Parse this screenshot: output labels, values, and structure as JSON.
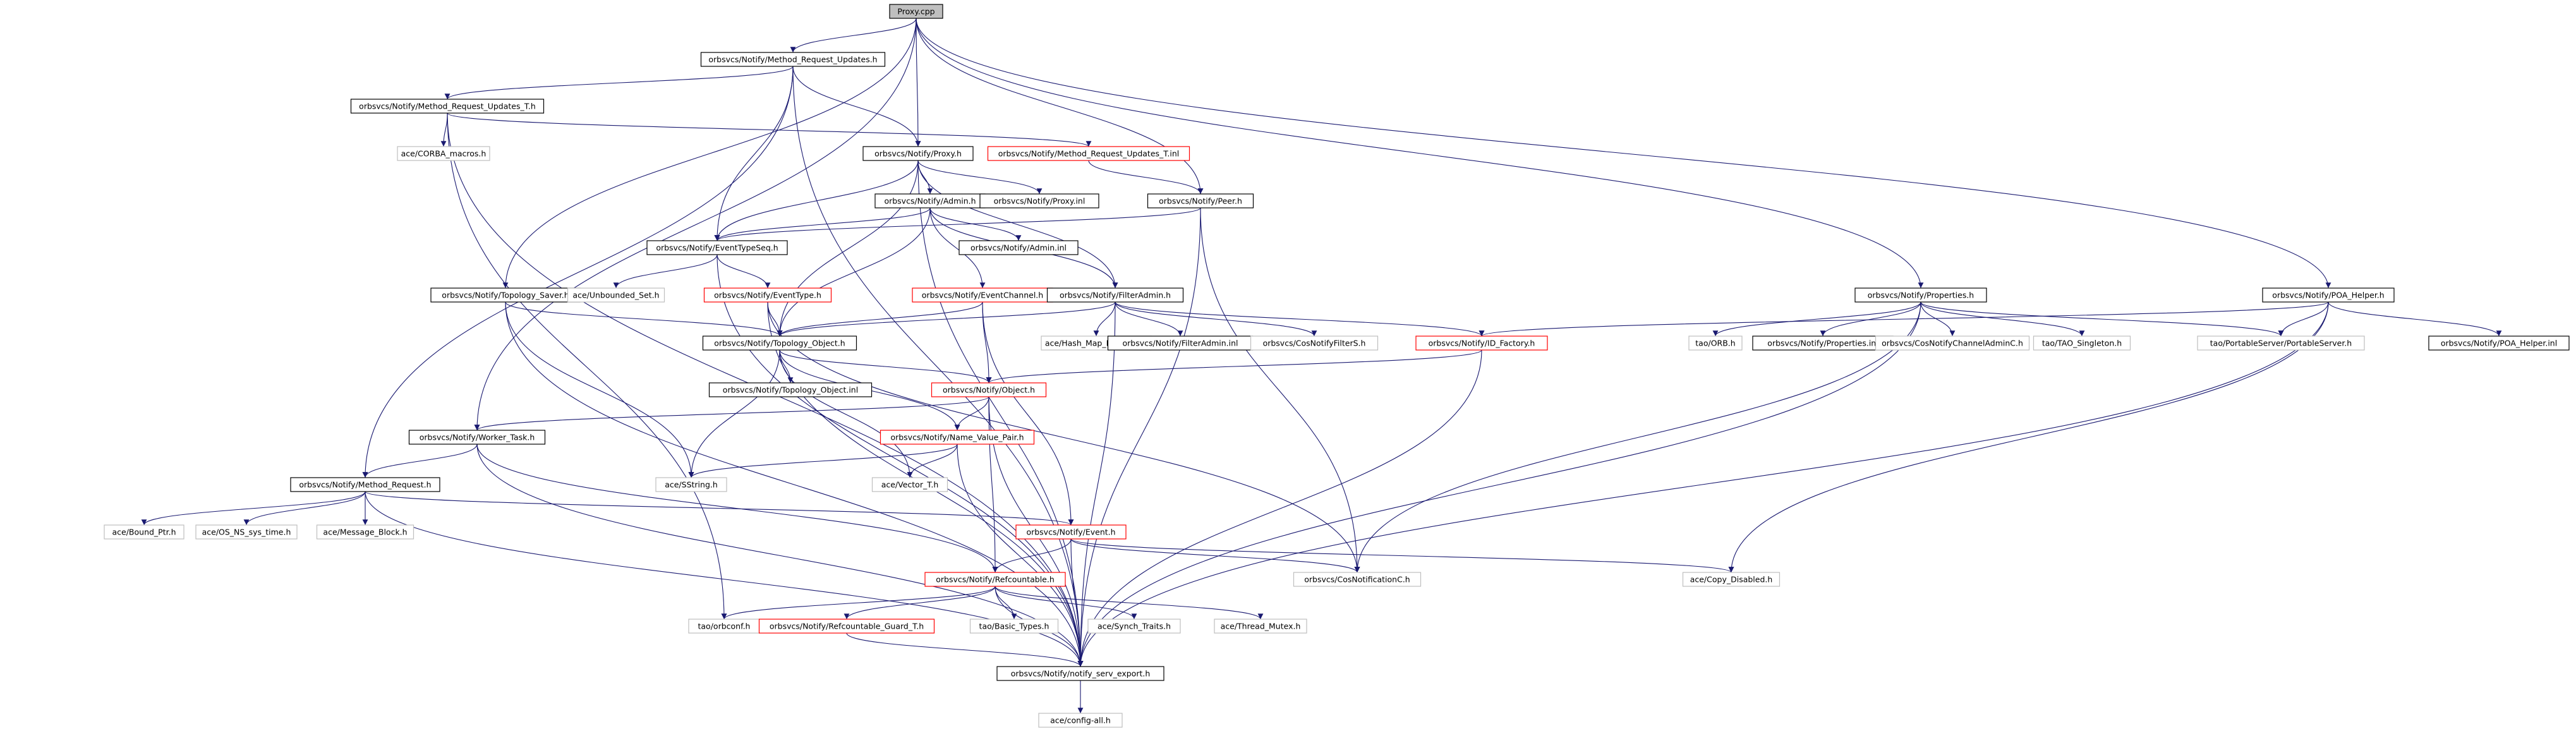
{
  "colors": {
    "edge": "#191970",
    "root_fill": "#bfbfbf",
    "node_fill": "#ffffff",
    "node_border": "#000000",
    "unexpanded_border": "#ff0000",
    "external_border": "#bfbfbf",
    "text": "#000000"
  },
  "nodes": [
    {
      "id": "proxy_cpp",
      "label": "Proxy.cpp",
      "kind": "root"
    },
    {
      "id": "mru_h",
      "label": "orbsvcs/Notify/Method_Request_Updates.h",
      "kind": "normal"
    },
    {
      "id": "mru_t_h",
      "label": "orbsvcs/Notify/Method_Request_Updates_T.h",
      "kind": "normal"
    },
    {
      "id": "corba_macros",
      "label": "ace/CORBA_macros.h",
      "kind": "external"
    },
    {
      "id": "proxy_h",
      "label": "orbsvcs/Notify/Proxy.h",
      "kind": "normal"
    },
    {
      "id": "mru_t_inl",
      "label": "orbsvcs/Notify/Method_Request_Updates_T.inl",
      "kind": "red"
    },
    {
      "id": "admin_h",
      "label": "orbsvcs/Notify/Admin.h",
      "kind": "normal"
    },
    {
      "id": "proxy_inl",
      "label": "orbsvcs/Notify/Proxy.inl",
      "kind": "normal"
    },
    {
      "id": "peer_h",
      "label": "orbsvcs/Notify/Peer.h",
      "kind": "normal"
    },
    {
      "id": "admin_inl",
      "label": "orbsvcs/Notify/Admin.inl",
      "kind": "normal"
    },
    {
      "id": "ets_h",
      "label": "orbsvcs/Notify/EventTypeSeq.h",
      "kind": "normal"
    },
    {
      "id": "topo_saver",
      "label": "orbsvcs/Notify/Topology_Saver.h",
      "kind": "normal"
    },
    {
      "id": "unb_set",
      "label": "ace/Unbounded_Set.h",
      "kind": "external"
    },
    {
      "id": "eventtype_h",
      "label": "orbsvcs/Notify/EventType.h",
      "kind": "red"
    },
    {
      "id": "eventchannel_h",
      "label": "orbsvcs/Notify/EventChannel.h",
      "kind": "red"
    },
    {
      "id": "filteradmin_h",
      "label": "orbsvcs/Notify/FilterAdmin.h",
      "kind": "normal"
    },
    {
      "id": "topo_obj",
      "label": "orbsvcs/Notify/Topology_Object.h",
      "kind": "normal"
    },
    {
      "id": "hash_map",
      "label": "ace/Hash_Map_Manager.h",
      "kind": "external"
    },
    {
      "id": "filteradmin_inl",
      "label": "orbsvcs/Notify/FilterAdmin.inl",
      "kind": "normal"
    },
    {
      "id": "cos_filter",
      "label": "orbsvcs/CosNotifyFilterS.h",
      "kind": "external"
    },
    {
      "id": "id_factory",
      "label": "orbsvcs/Notify/ID_Factory.h",
      "kind": "red"
    },
    {
      "id": "properties_h",
      "label": "orbsvcs/Notify/Properties.h",
      "kind": "normal"
    },
    {
      "id": "tao_orb",
      "label": "tao/ORB.h",
      "kind": "external"
    },
    {
      "id": "properties_inl",
      "label": "orbsvcs/Notify/Properties.inl",
      "kind": "normal"
    },
    {
      "id": "cos_chadmin",
      "label": "orbsvcs/CosNotifyChannelAdminC.h",
      "kind": "external"
    },
    {
      "id": "tao_singleton",
      "label": "tao/TAO_Singleton.h",
      "kind": "external"
    },
    {
      "id": "poa_helper",
      "label": "orbsvcs/Notify/POA_Helper.h",
      "kind": "normal"
    },
    {
      "id": "portable_server",
      "label": "tao/PortableServer/PortableServer.h",
      "kind": "external"
    },
    {
      "id": "poa_helper_inl",
      "label": "orbsvcs/Notify/POA_Helper.inl",
      "kind": "normal"
    },
    {
      "id": "topo_obj_inl",
      "label": "orbsvcs/Notify/Topology_Object.inl",
      "kind": "normal"
    },
    {
      "id": "object_h",
      "label": "orbsvcs/Notify/Object.h",
      "kind": "red"
    },
    {
      "id": "worker_task",
      "label": "orbsvcs/Notify/Worker_Task.h",
      "kind": "normal"
    },
    {
      "id": "nvp_h",
      "label": "orbsvcs/Notify/Name_Value_Pair.h",
      "kind": "red"
    },
    {
      "id": "sstring",
      "label": "ace/SString.h",
      "kind": "external"
    },
    {
      "id": "vector_t",
      "label": "ace/Vector_T.h",
      "kind": "external"
    },
    {
      "id": "method_request",
      "label": "orbsvcs/Notify/Method_Request.h",
      "kind": "normal"
    },
    {
      "id": "bound_ptr",
      "label": "ace/Bound_Ptr.h",
      "kind": "external"
    },
    {
      "id": "os_ns_sys_time",
      "label": "ace/OS_NS_sys_time.h",
      "kind": "external"
    },
    {
      "id": "message_block",
      "label": "ace/Message_Block.h",
      "kind": "external"
    },
    {
      "id": "event_h",
      "label": "orbsvcs/Notify/Event.h",
      "kind": "red"
    },
    {
      "id": "cos_notif",
      "label": "orbsvcs/CosNotificationC.h",
      "kind": "external"
    },
    {
      "id": "copy_disabled",
      "label": "ace/Copy_Disabled.h",
      "kind": "external"
    },
    {
      "id": "refcountable",
      "label": "orbsvcs/Notify/Refcountable.h",
      "kind": "red"
    },
    {
      "id": "tao_orbconf",
      "label": "tao/orbconf.h",
      "kind": "external"
    },
    {
      "id": "refc_guard",
      "label": "orbsvcs/Notify/Refcountable_Guard_T.h",
      "kind": "red"
    },
    {
      "id": "basic_types",
      "label": "tao/Basic_Types.h",
      "kind": "external"
    },
    {
      "id": "synch_traits",
      "label": "ace/Synch_Traits.h",
      "kind": "external"
    },
    {
      "id": "thread_mutex",
      "label": "ace/Thread_Mutex.h",
      "kind": "external"
    },
    {
      "id": "serv_export",
      "label": "orbsvcs/Notify/notify_serv_export.h",
      "kind": "normal"
    },
    {
      "id": "config_all",
      "label": "ace/config-all.h",
      "kind": "external"
    }
  ],
  "edges": [
    [
      "proxy_cpp",
      "mru_h"
    ],
    [
      "proxy_cpp",
      "proxy_h"
    ],
    [
      "proxy_cpp",
      "peer_h"
    ],
    [
      "proxy_cpp",
      "topo_saver"
    ],
    [
      "proxy_cpp",
      "worker_task"
    ],
    [
      "proxy_cpp",
      "properties_h"
    ],
    [
      "proxy_cpp",
      "poa_helper"
    ],
    [
      "mru_h",
      "mru_t_h"
    ],
    [
      "mru_h",
      "proxy_h"
    ],
    [
      "mru_h",
      "ets_h"
    ],
    [
      "mru_h",
      "method_request"
    ],
    [
      "mru_h",
      "serv_export"
    ],
    [
      "mru_t_h",
      "corba_macros"
    ],
    [
      "mru_t_h",
      "mru_t_inl"
    ],
    [
      "mru_t_h",
      "serv_export"
    ],
    [
      "mru_t_h",
      "tao_orbconf"
    ],
    [
      "mru_t_inl",
      "peer_h"
    ],
    [
      "proxy_h",
      "admin_h"
    ],
    [
      "proxy_h",
      "proxy_inl"
    ],
    [
      "proxy_h",
      "ets_h"
    ],
    [
      "proxy_h",
      "filteradmin_h"
    ],
    [
      "proxy_h",
      "topo_obj"
    ],
    [
      "proxy_h",
      "serv_export"
    ],
    [
      "admin_h",
      "admin_inl"
    ],
    [
      "admin_h",
      "ets_h"
    ],
    [
      "admin_h",
      "eventchannel_h"
    ],
    [
      "admin_h",
      "topo_obj"
    ],
    [
      "admin_h",
      "filteradmin_h"
    ],
    [
      "peer_h",
      "ets_h"
    ],
    [
      "peer_h",
      "cos_notif"
    ],
    [
      "peer_h",
      "serv_export"
    ],
    [
      "ets_h",
      "unb_set"
    ],
    [
      "ets_h",
      "eventtype_h"
    ],
    [
      "ets_h",
      "serv_export"
    ],
    [
      "eventtype_h",
      "topo_obj"
    ],
    [
      "eventtype_h",
      "serv_export"
    ],
    [
      "eventtype_h",
      "cos_notif"
    ],
    [
      "eventchannel_h",
      "topo_obj"
    ],
    [
      "eventchannel_h",
      "object_h"
    ],
    [
      "eventchannel_h",
      "event_h"
    ],
    [
      "filteradmin_h",
      "topo_obj"
    ],
    [
      "filteradmin_h",
      "hash_map"
    ],
    [
      "filteradmin_h",
      "filteradmin_inl"
    ],
    [
      "filteradmin_h",
      "cos_filter"
    ],
    [
      "filteradmin_h",
      "id_factory"
    ],
    [
      "filteradmin_h",
      "serv_export"
    ],
    [
      "topo_saver",
      "topo_obj"
    ],
    [
      "topo_saver",
      "serv_export"
    ],
    [
      "topo_saver",
      "sstring"
    ],
    [
      "topo_obj",
      "topo_obj_inl"
    ],
    [
      "topo_obj",
      "object_h"
    ],
    [
      "topo_obj",
      "nvp_h"
    ],
    [
      "topo_obj",
      "sstring"
    ],
    [
      "topo_obj",
      "vector_t"
    ],
    [
      "id_factory",
      "object_h"
    ],
    [
      "id_factory",
      "serv_export"
    ],
    [
      "properties_h",
      "tao_orb"
    ],
    [
      "properties_h",
      "properties_inl"
    ],
    [
      "properties_h",
      "cos_chadmin"
    ],
    [
      "properties_h",
      "tao_singleton"
    ],
    [
      "properties_h",
      "portable_server"
    ],
    [
      "properties_h",
      "cos_notif"
    ],
    [
      "properties_h",
      "serv_export"
    ],
    [
      "poa_helper",
      "id_factory"
    ],
    [
      "poa_helper",
      "portable_server"
    ],
    [
      "poa_helper",
      "poa_helper_inl"
    ],
    [
      "poa_helper",
      "copy_disabled"
    ],
    [
      "poa_helper",
      "serv_export"
    ],
    [
      "object_h",
      "worker_task"
    ],
    [
      "object_h",
      "nvp_h"
    ],
    [
      "object_h",
      "refcountable"
    ],
    [
      "object_h",
      "serv_export"
    ],
    [
      "nvp_h",
      "sstring"
    ],
    [
      "nvp_h",
      "vector_t"
    ],
    [
      "nvp_h",
      "serv_export"
    ],
    [
      "worker_task",
      "method_request"
    ],
    [
      "worker_task",
      "refcountable"
    ],
    [
      "worker_task",
      "serv_export"
    ],
    [
      "method_request",
      "bound_ptr"
    ],
    [
      "method_request",
      "os_ns_sys_time"
    ],
    [
      "method_request",
      "message_block"
    ],
    [
      "method_request",
      "event_h"
    ],
    [
      "method_request",
      "serv_export"
    ],
    [
      "event_h",
      "refcountable"
    ],
    [
      "event_h",
      "cos_notif"
    ],
    [
      "event_h",
      "copy_disabled"
    ],
    [
      "event_h",
      "serv_export"
    ],
    [
      "refcountable",
      "tao_orbconf"
    ],
    [
      "refcountable",
      "refc_guard"
    ],
    [
      "refcountable",
      "basic_types"
    ],
    [
      "refcountable",
      "synch_traits"
    ],
    [
      "refcountable",
      "thread_mutex"
    ],
    [
      "refcountable",
      "serv_export"
    ],
    [
      "refc_guard",
      "serv_export"
    ],
    [
      "serv_export",
      "config_all"
    ]
  ]
}
